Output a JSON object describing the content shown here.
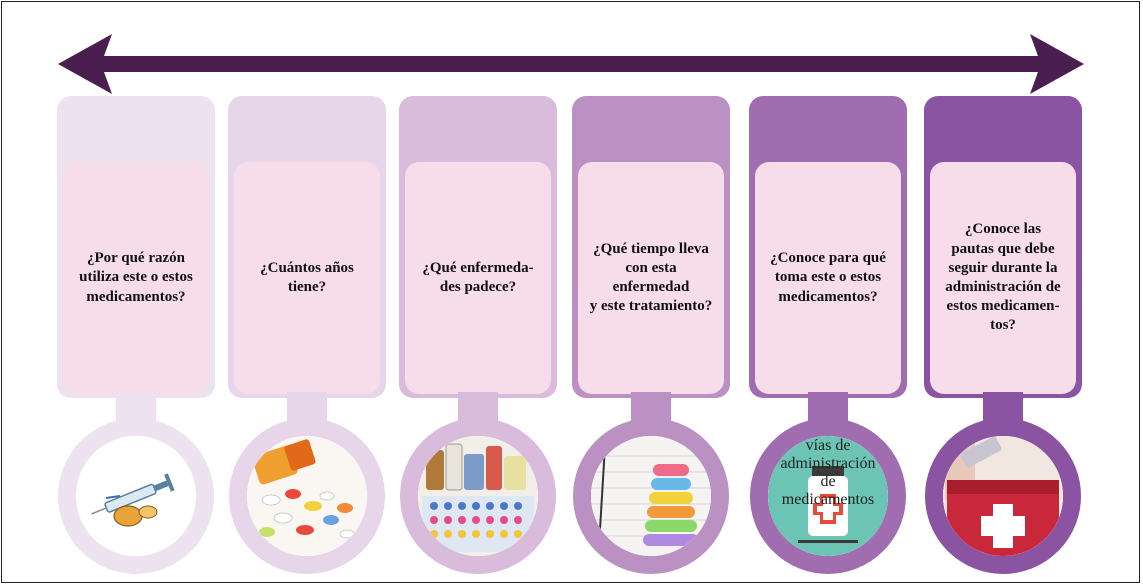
{
  "diagram": {
    "colors": {
      "arrow": "#4a1f4f",
      "card_fill": "#f7dde9",
      "column_1": "#ece2f0",
      "column_2": "#e7d6ea",
      "column_3": "#d9bcdc",
      "column_4": "#bb90c3",
      "column_5": "#a06db0",
      "column_6": "#8a54a3"
    },
    "questions": [
      {
        "text": "¿Por qué razón\nutiliza este o estos\nmedicamentos?",
        "icon": "syringe-pill-icon"
      },
      {
        "text": "¿Cuántos años\ntiene?",
        "icon": "spilled-pills-icon"
      },
      {
        "text": "¿Qué enfermeda-\ndes padece?",
        "icon": "medicine-bottles-icon"
      },
      {
        "text": "¿Qué tiempo lleva\ncon esta enfermedad\ny este tratamiento?",
        "icon": "stacked-pills-icon"
      },
      {
        "text": "¿Conoce para qué\ntoma este o estos\nmedicamentos?",
        "icon": "administration-routes-poster-icon",
        "image_text": [
          "vías de",
          "administración",
          "de",
          "medicamentos"
        ]
      },
      {
        "text": "¿Conoce las\npautas que debe\nseguir durante la\nadministración de\nestos medicamen-\ntos?",
        "icon": "first-aid-kit-icon"
      }
    ]
  }
}
